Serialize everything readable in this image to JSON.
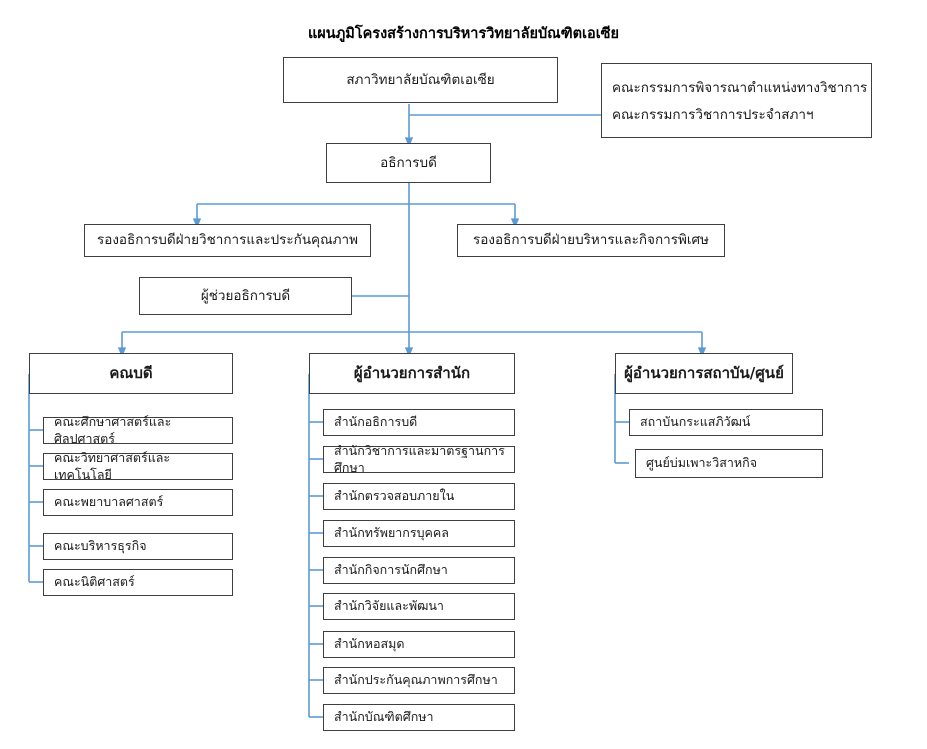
{
  "chart": {
    "title": "แผนภูมิโครงสร้างการบริหารวิทยาลัยบัณฑิตเอเซีย",
    "colors": {
      "connector": "#5B9BD5",
      "box_border": "#3F3F3F",
      "text": "#1A1A1A",
      "background": "#FFFFFF"
    },
    "council": {
      "label": "สภาวิทยาลัยบัณฑิตเอเซีย"
    },
    "committees": {
      "line1": "คณะกรรมการพิจารณาตำแหน่งทางวิชาการ",
      "line2": "คณะกรรมการวิชาการประจำสภาฯ"
    },
    "president": {
      "label": "อธิการบดี"
    },
    "vice_presidents": [
      {
        "label": "รองอธิการบดีฝ่ายวิชาการและประกันคุณภาพ"
      },
      {
        "label": "รองอธิการบดีฝ่ายบริหารและกิจการพิเศษ"
      }
    ],
    "assistant": {
      "label": "ผู้ช่วยอธิการบดี"
    },
    "columns": [
      {
        "header": "คณบดี",
        "children": [
          "คณะศึกษาศาสตร์และศิลปศาสตร์",
          "คณะวิทยาศาสตร์และเทคโนโลยี",
          "คณะพยาบาลศาสตร์",
          "คณะบริหารธุรกิจ",
          "คณะนิติศาสตร์"
        ]
      },
      {
        "header": "ผู้อำนวยการสำนัก",
        "children": [
          "สำนักอธิการบดี",
          "สำนักวิชาการและมาตรฐานการศึกษา",
          "สำนักตรวจสอบภายใน",
          "สำนักทรัพยากรบุคคล",
          "สำนักกิจการนักศึกษา",
          "สำนักวิจัยและพัฒนา",
          "สำนักหอสมุด",
          "สำนักประกันคุณภาพการศึกษา",
          "สำนักบัณฑิตศึกษา"
        ]
      },
      {
        "header": "ผู้อำนวยการสถาบัน/ศูนย์",
        "children": [
          "สถาบันกระแสภิวัฒน์",
          "ศูนย์บ่มเพาะวิสาหกิจ"
        ]
      }
    ]
  }
}
